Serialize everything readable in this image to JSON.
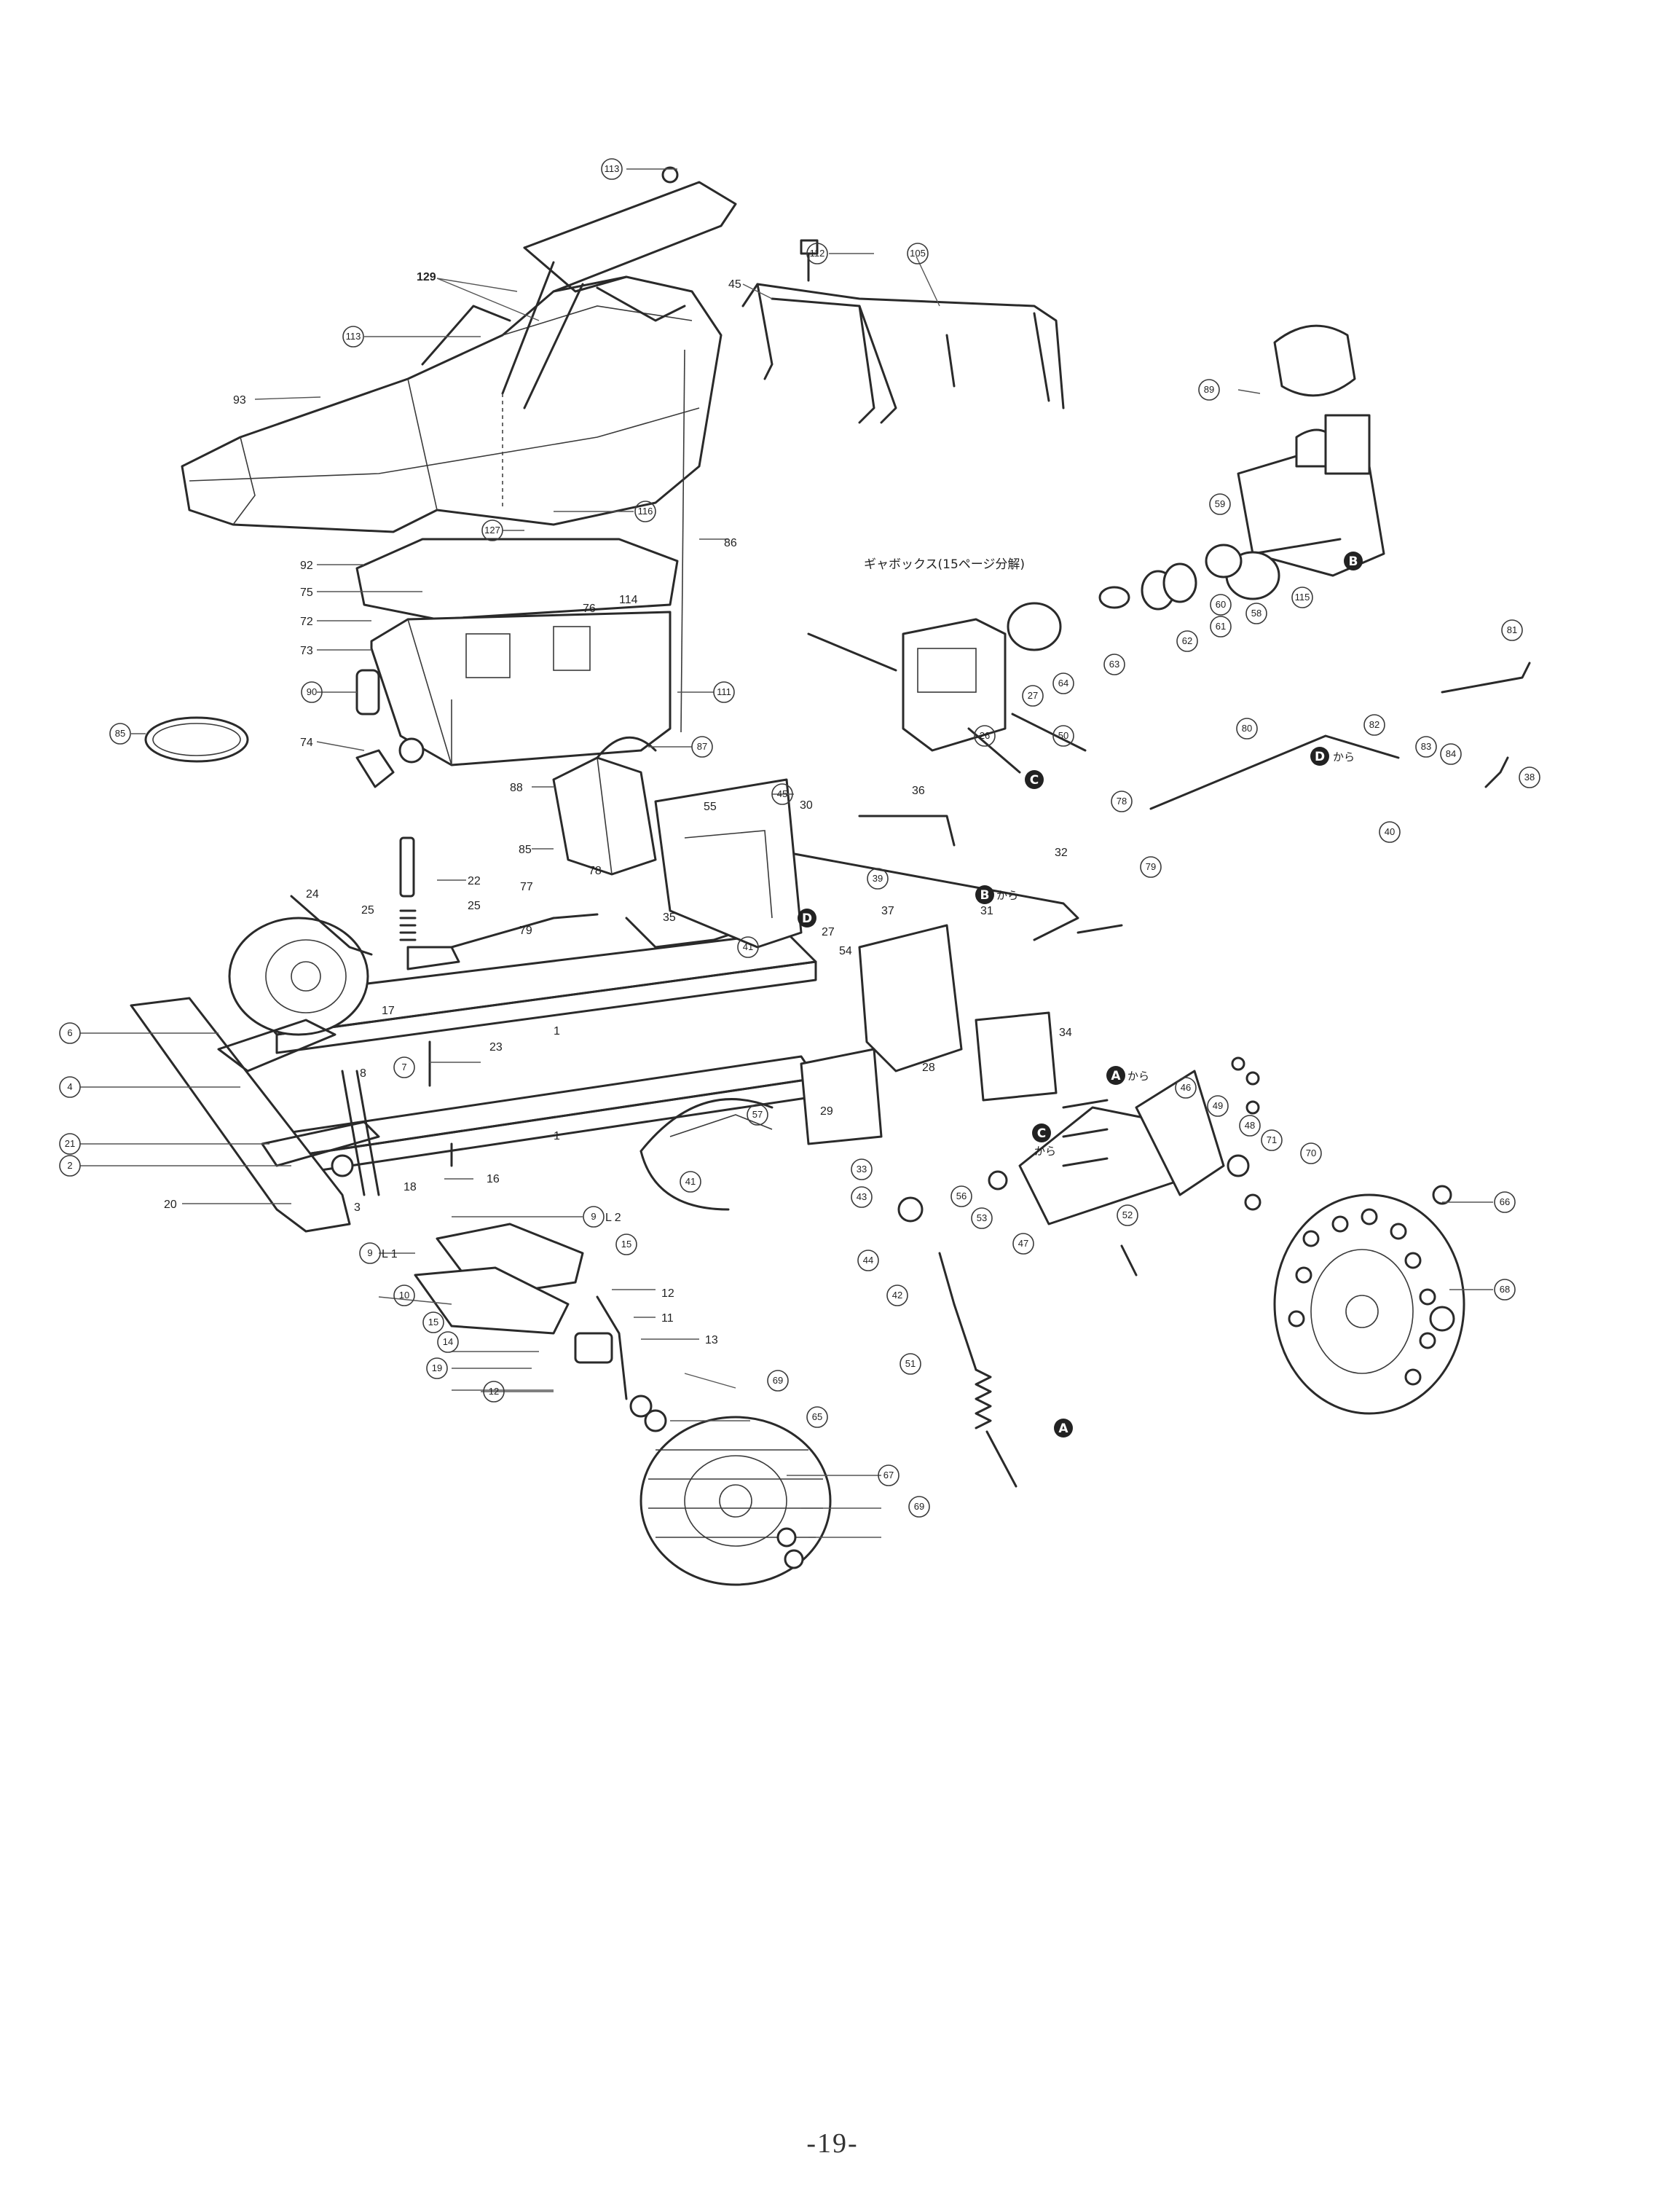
{
  "page": {
    "number": "-19-"
  },
  "diagram": {
    "gearbox_note": "ギャボックス(15ページ分解)",
    "from_suffix": "から",
    "letter_markers": [
      "A",
      "B",
      "C",
      "D"
    ],
    "part_numbers": {
      "n1": "1",
      "n2": "2",
      "n3": "3",
      "n4": "4",
      "n6": "6",
      "n7": "7",
      "n8": "8",
      "n9L1": "9 L 1",
      "n9L2": "9 L 2",
      "n10": "10",
      "n11": "11",
      "n12": "12",
      "n13": "13",
      "n14": "14",
      "n15": "15",
      "n16": "16",
      "n17": "17",
      "n18": "18",
      "n19": "19",
      "n20": "20",
      "n21": "21",
      "n22": "22",
      "n23": "23",
      "n24": "24",
      "n25": "25",
      "n26": "26",
      "n27": "27",
      "n28": "28",
      "n29": "29",
      "n30": "30",
      "n31": "31",
      "n32": "32",
      "n33": "33",
      "n34": "34",
      "n35": "35",
      "n36": "36",
      "n37": "37",
      "n38": "38",
      "n39": "39",
      "n40": "40",
      "n41": "41",
      "n42": "42",
      "n43": "43",
      "n44": "44",
      "n45": "45",
      "n46": "46",
      "n47": "47",
      "n48": "48",
      "n49": "49",
      "n50": "50",
      "n51": "51",
      "n52": "52",
      "n53": "53",
      "n54": "54",
      "n55": "55",
      "n56": "56",
      "n57": "57",
      "n58": "58",
      "n59": "59",
      "n60": "60",
      "n61": "61",
      "n62": "62",
      "n63": "63",
      "n64": "64",
      "n65": "65",
      "n66": "66",
      "n67": "67",
      "n68": "68",
      "n69": "69",
      "n70": "70",
      "n71": "71",
      "n72": "72",
      "n73": "73",
      "n74": "74",
      "n75": "75",
      "n76": "76",
      "n77": "77",
      "n78": "78",
      "n79": "79",
      "n80": "80",
      "n81": "81",
      "n82": "82",
      "n83": "83",
      "n84": "84",
      "n85": "85",
      "n86": "86",
      "n87": "87",
      "n88": "88",
      "n89": "89",
      "n90": "90",
      "n92": "92",
      "n93": "93",
      "n105": "105",
      "n111": "111",
      "n112": "112",
      "n113": "113",
      "n114": "114",
      "n115": "115",
      "n116": "116",
      "n127": "127",
      "n129": "129"
    }
  }
}
